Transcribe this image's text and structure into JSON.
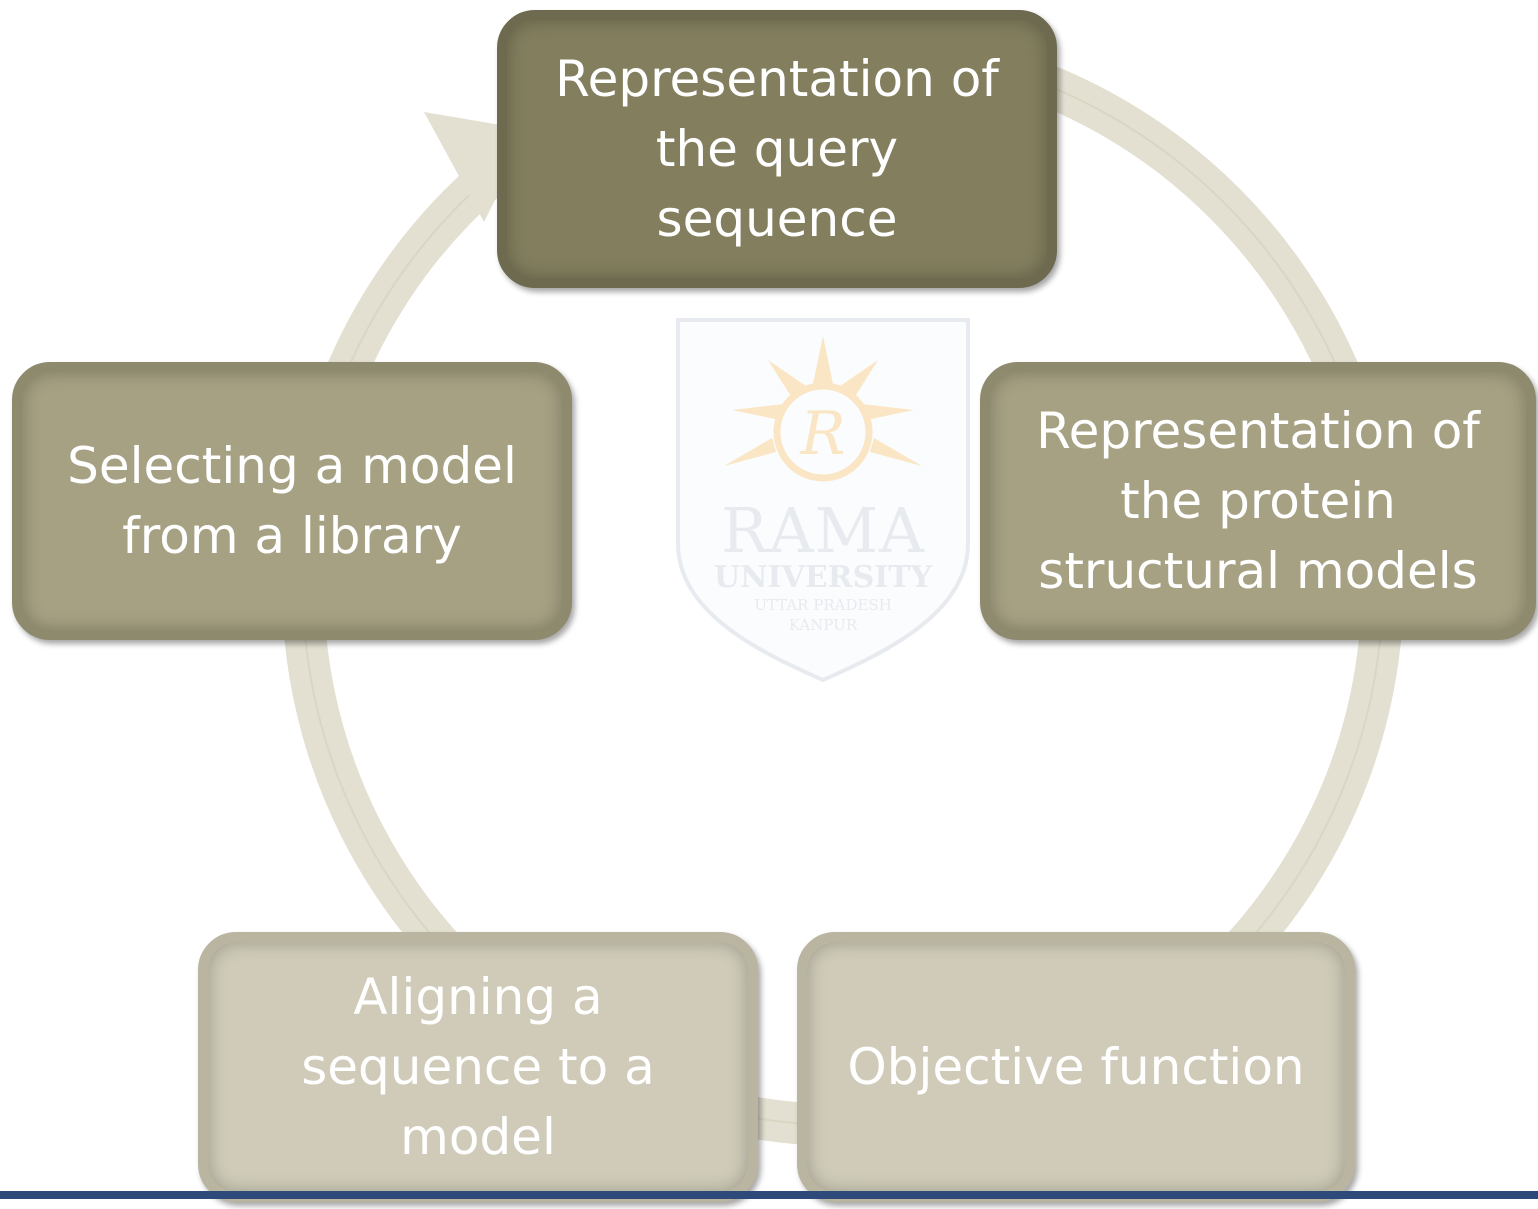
{
  "diagram": {
    "steps": [
      {
        "label": "Representation of the query sequence",
        "lines": [
          "Representation of",
          "the query",
          "sequence"
        ]
      },
      {
        "label": "Representation of the protein structural models",
        "lines": [
          "Representation of",
          "the protein",
          "structural models"
        ]
      },
      {
        "label": "Objective function",
        "lines": [
          "Objective function"
        ]
      },
      {
        "label": "Aligning a sequence to a model",
        "lines": [
          "Aligning a",
          "sequence to a",
          "model"
        ]
      },
      {
        "label": "Selecting a model from a library",
        "lines": [
          "Selecting a model",
          "from a library"
        ]
      }
    ],
    "flow": "clockwise"
  },
  "watermark": {
    "logo_letter": "R",
    "name": "RAMA",
    "subtitle": "UNIVERSITY",
    "state": "UTTAR PRADESH",
    "city": "KANPUR"
  },
  "colors": {
    "step1_fill": "#827e5e",
    "step2_fill": "#a6a183",
    "step3_fill": "#cfcbb8",
    "step4_fill": "#cfcbb8",
    "step5_fill": "#a6a183",
    "ring": "#e3e0d1",
    "footer_bar": "#2d4a7a"
  }
}
